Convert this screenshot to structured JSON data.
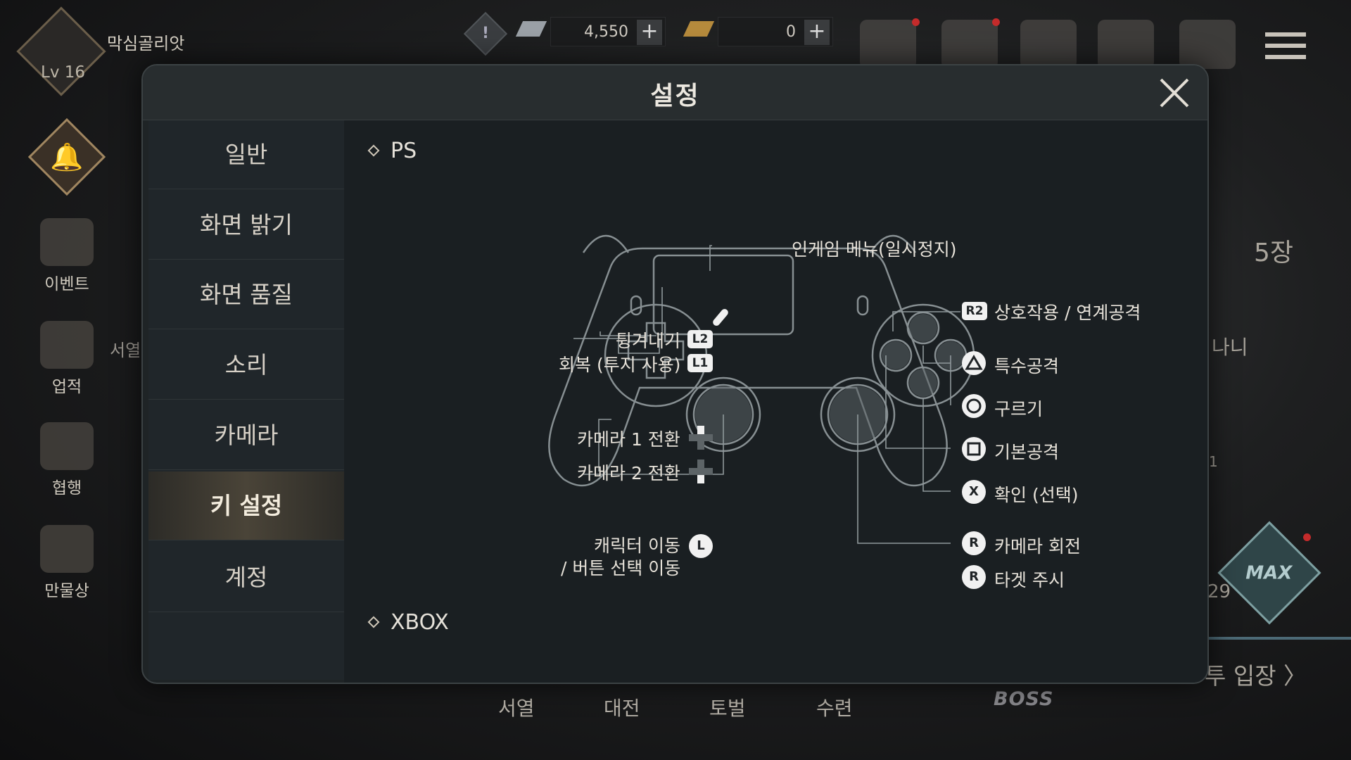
{
  "player": {
    "name": "막심골리앗",
    "level": "Lv 16"
  },
  "currencies": [
    {
      "amount": "4,550",
      "plus": "+",
      "color": "#9aa0a6"
    },
    {
      "amount": "0",
      "plus": "+",
      "color": "#b58a3c"
    }
  ],
  "alert_label": "!",
  "left_rail": [
    {
      "label": "이벤트"
    },
    {
      "label": "업적"
    },
    {
      "label": "협행"
    },
    {
      "label": "만물상"
    }
  ],
  "behind_text": {
    "seoyeol_partial": "서열"
  },
  "bottom_nav": [
    "서열",
    "대전",
    "토벌",
    "수련"
  ],
  "boss_label": "BOSS",
  "right_side": {
    "count": "5장",
    "partial1": "나니",
    "partial2": "29",
    "enter": "투 입장 〉",
    "max": "MAX",
    "one": "1"
  },
  "modal": {
    "title": "설정",
    "tabs": [
      {
        "label": "일반",
        "active": false
      },
      {
        "label": "화면 밝기",
        "active": false
      },
      {
        "label": "화면 품질",
        "active": false
      },
      {
        "label": "소리",
        "active": false
      },
      {
        "label": "카메라",
        "active": false
      },
      {
        "label": "키 설정",
        "active": true
      },
      {
        "label": "계정",
        "active": false
      }
    ],
    "sections": {
      "ps": "PS",
      "xbox": "XBOX"
    },
    "ps_map": {
      "menu": "인게임 메뉴(일시정지)",
      "l2": {
        "badge": "L2",
        "label": "튕겨내기"
      },
      "l1": {
        "badge": "L1",
        "label": "회복 (투지 사용)"
      },
      "dpad_up": "카메라 1 전환",
      "dpad_down": "카메라 2 전환",
      "l_stick": {
        "badge": "L",
        "label1": "캐릭터 이동",
        "label2": "/ 버튼 선택 이동"
      },
      "r2": {
        "badge": "R2",
        "label": "상호작용 / 연계공격"
      },
      "triangle": {
        "label": "특수공격"
      },
      "circle": {
        "label": "구르기"
      },
      "square": {
        "label": "기본공격"
      },
      "cross": {
        "badge": "X",
        "label": "확인 (선택)"
      },
      "r_stick": {
        "badge": "R",
        "label": "카메라 회전"
      },
      "r3": {
        "badge": "R",
        "label": "타겟 주시"
      }
    }
  },
  "colors": {
    "accent_active_tab": "#4a4438",
    "modal_bg": "#1f2426"
  }
}
